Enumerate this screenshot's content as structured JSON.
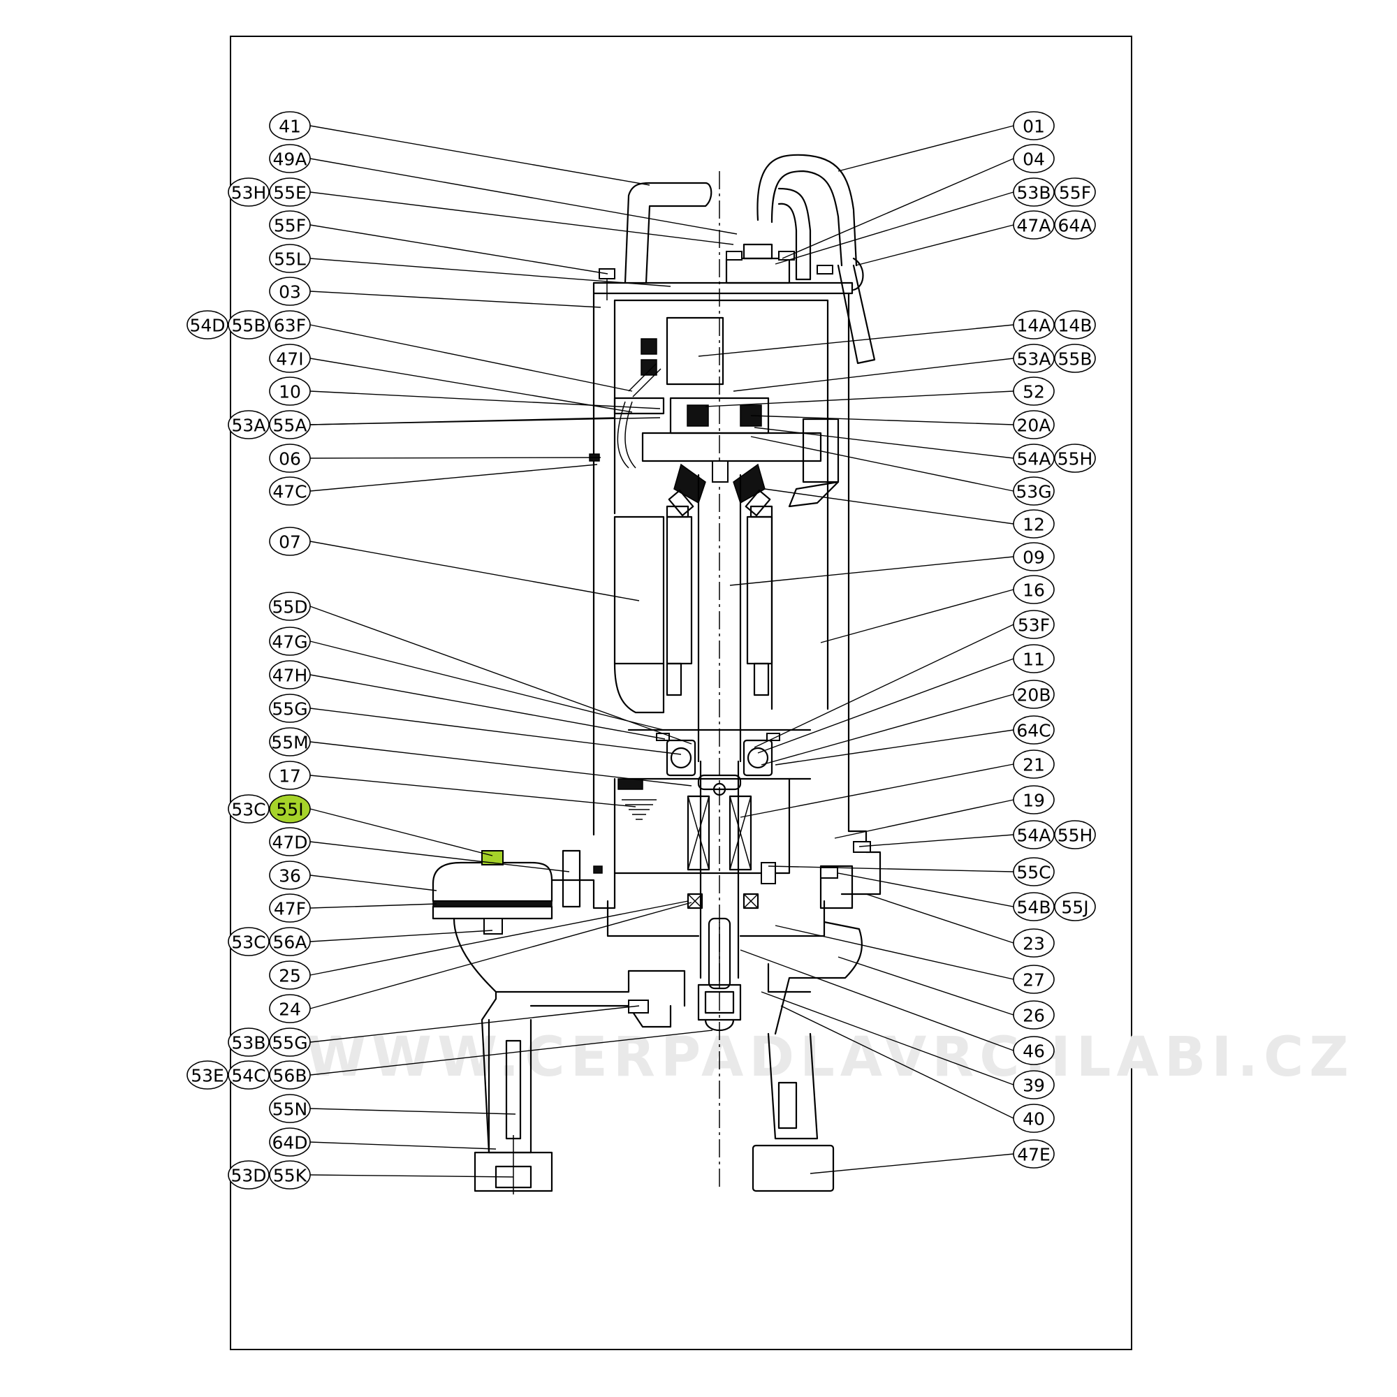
{
  "watermark": "WWW.CERPADLAVRCHLABI.CZ",
  "highlight_color": "#a6d32a",
  "highlighted_part": "55I",
  "left_labels": [
    [
      "41"
    ],
    [
      "49A"
    ],
    [
      "53H",
      "55E"
    ],
    [
      "55F"
    ],
    [
      "55L"
    ],
    [
      "03"
    ],
    [
      "54D",
      "55B",
      "63F"
    ],
    [
      "47I"
    ],
    [
      "10"
    ],
    [
      "53A",
      "55A"
    ],
    [
      "06"
    ],
    [
      "47C"
    ],
    [
      "07"
    ],
    [
      "55D"
    ],
    [
      "47G"
    ],
    [
      "47H"
    ],
    [
      "55G"
    ],
    [
      "55M"
    ],
    [
      "17"
    ],
    [
      "53C",
      "55I"
    ],
    [
      "47D"
    ],
    [
      "36"
    ],
    [
      "47F"
    ],
    [
      "53C",
      "56A"
    ],
    [
      "25"
    ],
    [
      "24"
    ],
    [
      "53B",
      "55G"
    ],
    [
      "53E",
      "54C",
      "56B"
    ],
    [
      "55N"
    ],
    [
      "64D"
    ],
    [
      "53D",
      "55K"
    ]
  ],
  "right_labels": [
    [
      "01"
    ],
    [
      "04"
    ],
    [
      "53B",
      "55F"
    ],
    [
      "47A",
      "64A"
    ],
    [
      "14A",
      "14B"
    ],
    [
      "53A",
      "55B"
    ],
    [
      "52"
    ],
    [
      "20A"
    ],
    [
      "54A",
      "55H"
    ],
    [
      "53G"
    ],
    [
      "12"
    ],
    [
      "09"
    ],
    [
      "16"
    ],
    [
      "53F"
    ],
    [
      "11"
    ],
    [
      "20B"
    ],
    [
      "64C"
    ],
    [
      "21"
    ],
    [
      "19"
    ],
    [
      "54A",
      "55H"
    ],
    [
      "55C"
    ],
    [
      "54B",
      "55J"
    ],
    [
      "23"
    ],
    [
      "27"
    ],
    [
      "26"
    ],
    [
      "46"
    ],
    [
      "39"
    ],
    [
      "40"
    ],
    [
      "47E"
    ]
  ]
}
